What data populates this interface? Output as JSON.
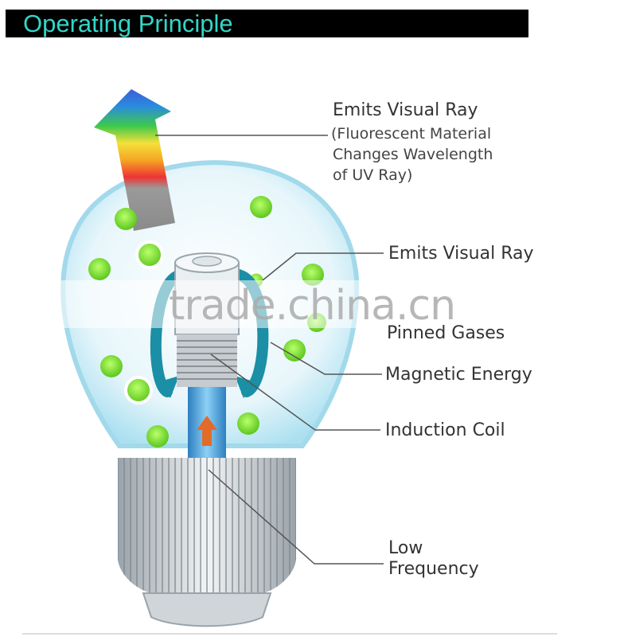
{
  "header": {
    "title": "Operating Principle"
  },
  "labels": {
    "emits_visual_ray_top": "Emits Visual Ray",
    "fluorescent_line1": "(Fluorescent Material",
    "fluorescent_line2": "Changes Wavelength",
    "fluorescent_line3": "of UV Ray)",
    "emits_visual_ray_mid": "Emits Visual Ray",
    "pinned_gases": "Pinned Gases",
    "magnetic_energy": "Magnetic Energy",
    "induction_coil": "Induction Coil",
    "low": "Low",
    "frequency": "Frequency"
  },
  "watermark": {
    "text": "trade.china.cn"
  },
  "colors": {
    "header_bg": "#000000",
    "header_text": "#33d6c8",
    "bulb_glow": "#bfe9f5",
    "coil": "#1a8fa5",
    "green_dot": "#7fe03a",
    "shaft": "#4fa6df"
  }
}
